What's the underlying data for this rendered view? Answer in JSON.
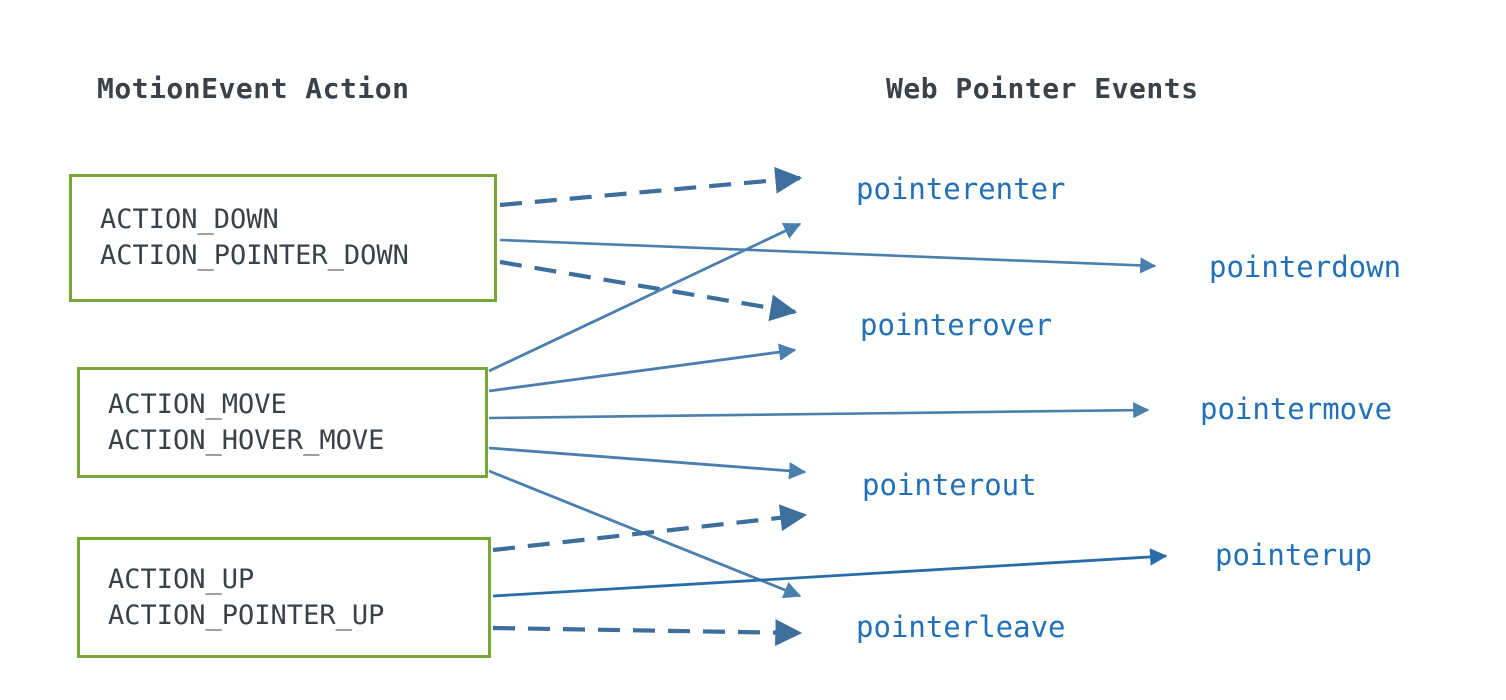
{
  "diagram": {
    "title_left": "MotionEvent Action",
    "title_right": "Web Pointer Events",
    "colors": {
      "box_border": "#76a837",
      "box_text": "#3a4249",
      "event_text": "#2270b8",
      "arrow_solid": "#4a7fae",
      "arrow_dashed": "#3d6e9c",
      "background": "#ffffff"
    },
    "action_boxes": [
      {
        "id": "box-down",
        "lines": [
          "ACTION_DOWN",
          "ACTION_POINTER_DOWN"
        ]
      },
      {
        "id": "box-move",
        "lines": [
          "ACTION_MOVE",
          "ACTION_HOVER_MOVE"
        ]
      },
      {
        "id": "box-up",
        "lines": [
          "ACTION_UP",
          "ACTION_POINTER_UP"
        ]
      }
    ],
    "events": [
      {
        "id": "pointerenter",
        "label": "pointerenter"
      },
      {
        "id": "pointerdown",
        "label": "pointerdown"
      },
      {
        "id": "pointerover",
        "label": "pointerover"
      },
      {
        "id": "pointermove",
        "label": "pointermove"
      },
      {
        "id": "pointerout",
        "label": "pointerout"
      },
      {
        "id": "pointerup",
        "label": "pointerup"
      },
      {
        "id": "pointerleave",
        "label": "pointerleave"
      }
    ],
    "connections": [
      {
        "from": "ACTION_DOWN / ACTION_POINTER_DOWN",
        "to": "pointerenter",
        "style": "dashed"
      },
      {
        "from": "ACTION_DOWN / ACTION_POINTER_DOWN",
        "to": "pointerdown",
        "style": "solid"
      },
      {
        "from": "ACTION_DOWN / ACTION_POINTER_DOWN",
        "to": "pointerover",
        "style": "dashed"
      },
      {
        "from": "ACTION_MOVE / ACTION_HOVER_MOVE",
        "to": "pointerenter",
        "style": "solid"
      },
      {
        "from": "ACTION_MOVE / ACTION_HOVER_MOVE",
        "to": "pointerover",
        "style": "solid"
      },
      {
        "from": "ACTION_MOVE / ACTION_HOVER_MOVE",
        "to": "pointermove",
        "style": "solid"
      },
      {
        "from": "ACTION_MOVE / ACTION_HOVER_MOVE",
        "to": "pointerout",
        "style": "solid"
      },
      {
        "from": "ACTION_MOVE / ACTION_HOVER_MOVE",
        "to": "pointerleave",
        "style": "solid"
      },
      {
        "from": "ACTION_UP / ACTION_POINTER_UP",
        "to": "pointerout",
        "style": "dashed"
      },
      {
        "from": "ACTION_UP / ACTION_POINTER_UP",
        "to": "pointerup",
        "style": "solid"
      },
      {
        "from": "ACTION_UP / ACTION_POINTER_UP",
        "to": "pointerleave",
        "style": "dashed"
      }
    ]
  }
}
